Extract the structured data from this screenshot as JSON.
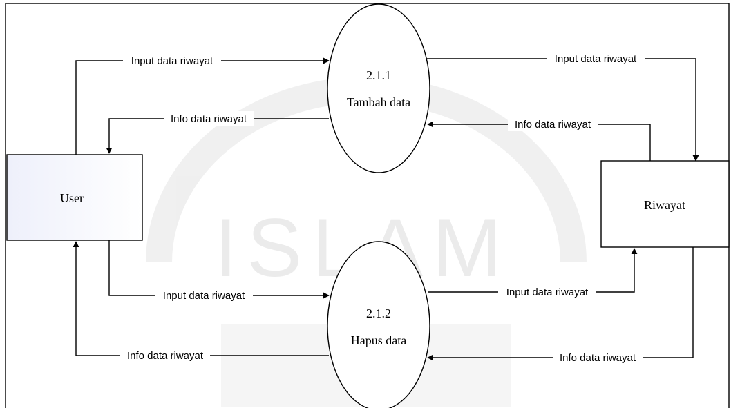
{
  "watermark": {
    "text": "ISLAM",
    "color": "#d9d9d9"
  },
  "entities": {
    "user": {
      "label": "User"
    },
    "riwayat": {
      "label": "Riwayat"
    }
  },
  "processes": {
    "p211": {
      "number": "2.1.1",
      "name": "Tambah data"
    },
    "p212": {
      "number": "2.1.2",
      "name": "Hapus data"
    }
  },
  "flows": {
    "user_to_p211": "Input data riwayat",
    "p211_to_user": "Info data riwayat",
    "p211_to_riwayat": "Input data riwayat",
    "riwayat_to_p211": "Info data riwayat",
    "user_to_p212": "Input data riwayat",
    "p212_to_user": "Info data riwayat",
    "p212_to_riwayat": "Input data riwayat",
    "riwayat_to_p212": "Info data riwayat"
  }
}
